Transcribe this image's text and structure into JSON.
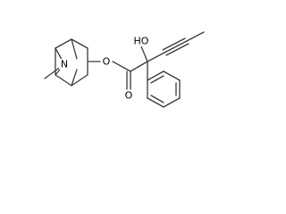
{
  "structure": {
    "atoms": {
      "n": "N",
      "o_ester": "O",
      "oh": "HO",
      "o_carbonyl": "O"
    }
  },
  "colors": {
    "bond": "#3a3a3a",
    "text": "#000000",
    "background": "#ffffff"
  }
}
